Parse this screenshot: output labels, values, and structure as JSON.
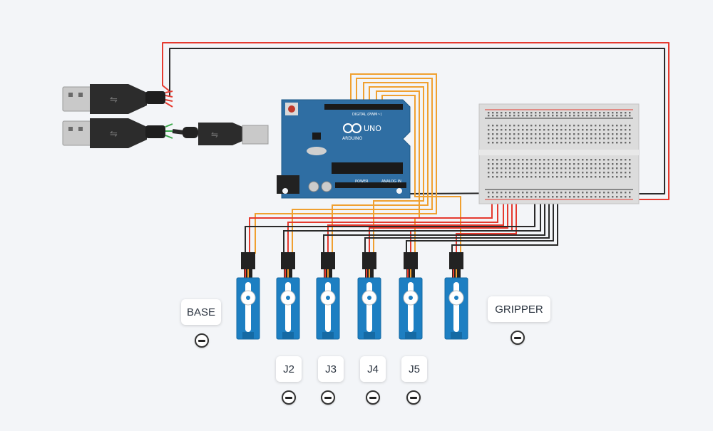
{
  "arduino": {
    "brand": "ARDUINO",
    "model": "UNO",
    "digital_label": "DIGITAL (PWM~)",
    "power_label": "POWER",
    "analog_label": "ANALOG IN"
  },
  "controls": [
    {
      "label": "BASE"
    },
    {
      "label": "J2"
    },
    {
      "label": "J3"
    },
    {
      "label": "J4"
    },
    {
      "label": "J5"
    },
    {
      "label": "GRIPPER"
    }
  ],
  "colors": {
    "background": "#f3f5f8",
    "wire_red": "#e53a2f",
    "wire_black": "#2a2a2a",
    "wire_orange": "#f0a030",
    "board": "#2f6ea3",
    "servo_body": "#1d7fc2",
    "breadboard": "#dcdcdc"
  }
}
